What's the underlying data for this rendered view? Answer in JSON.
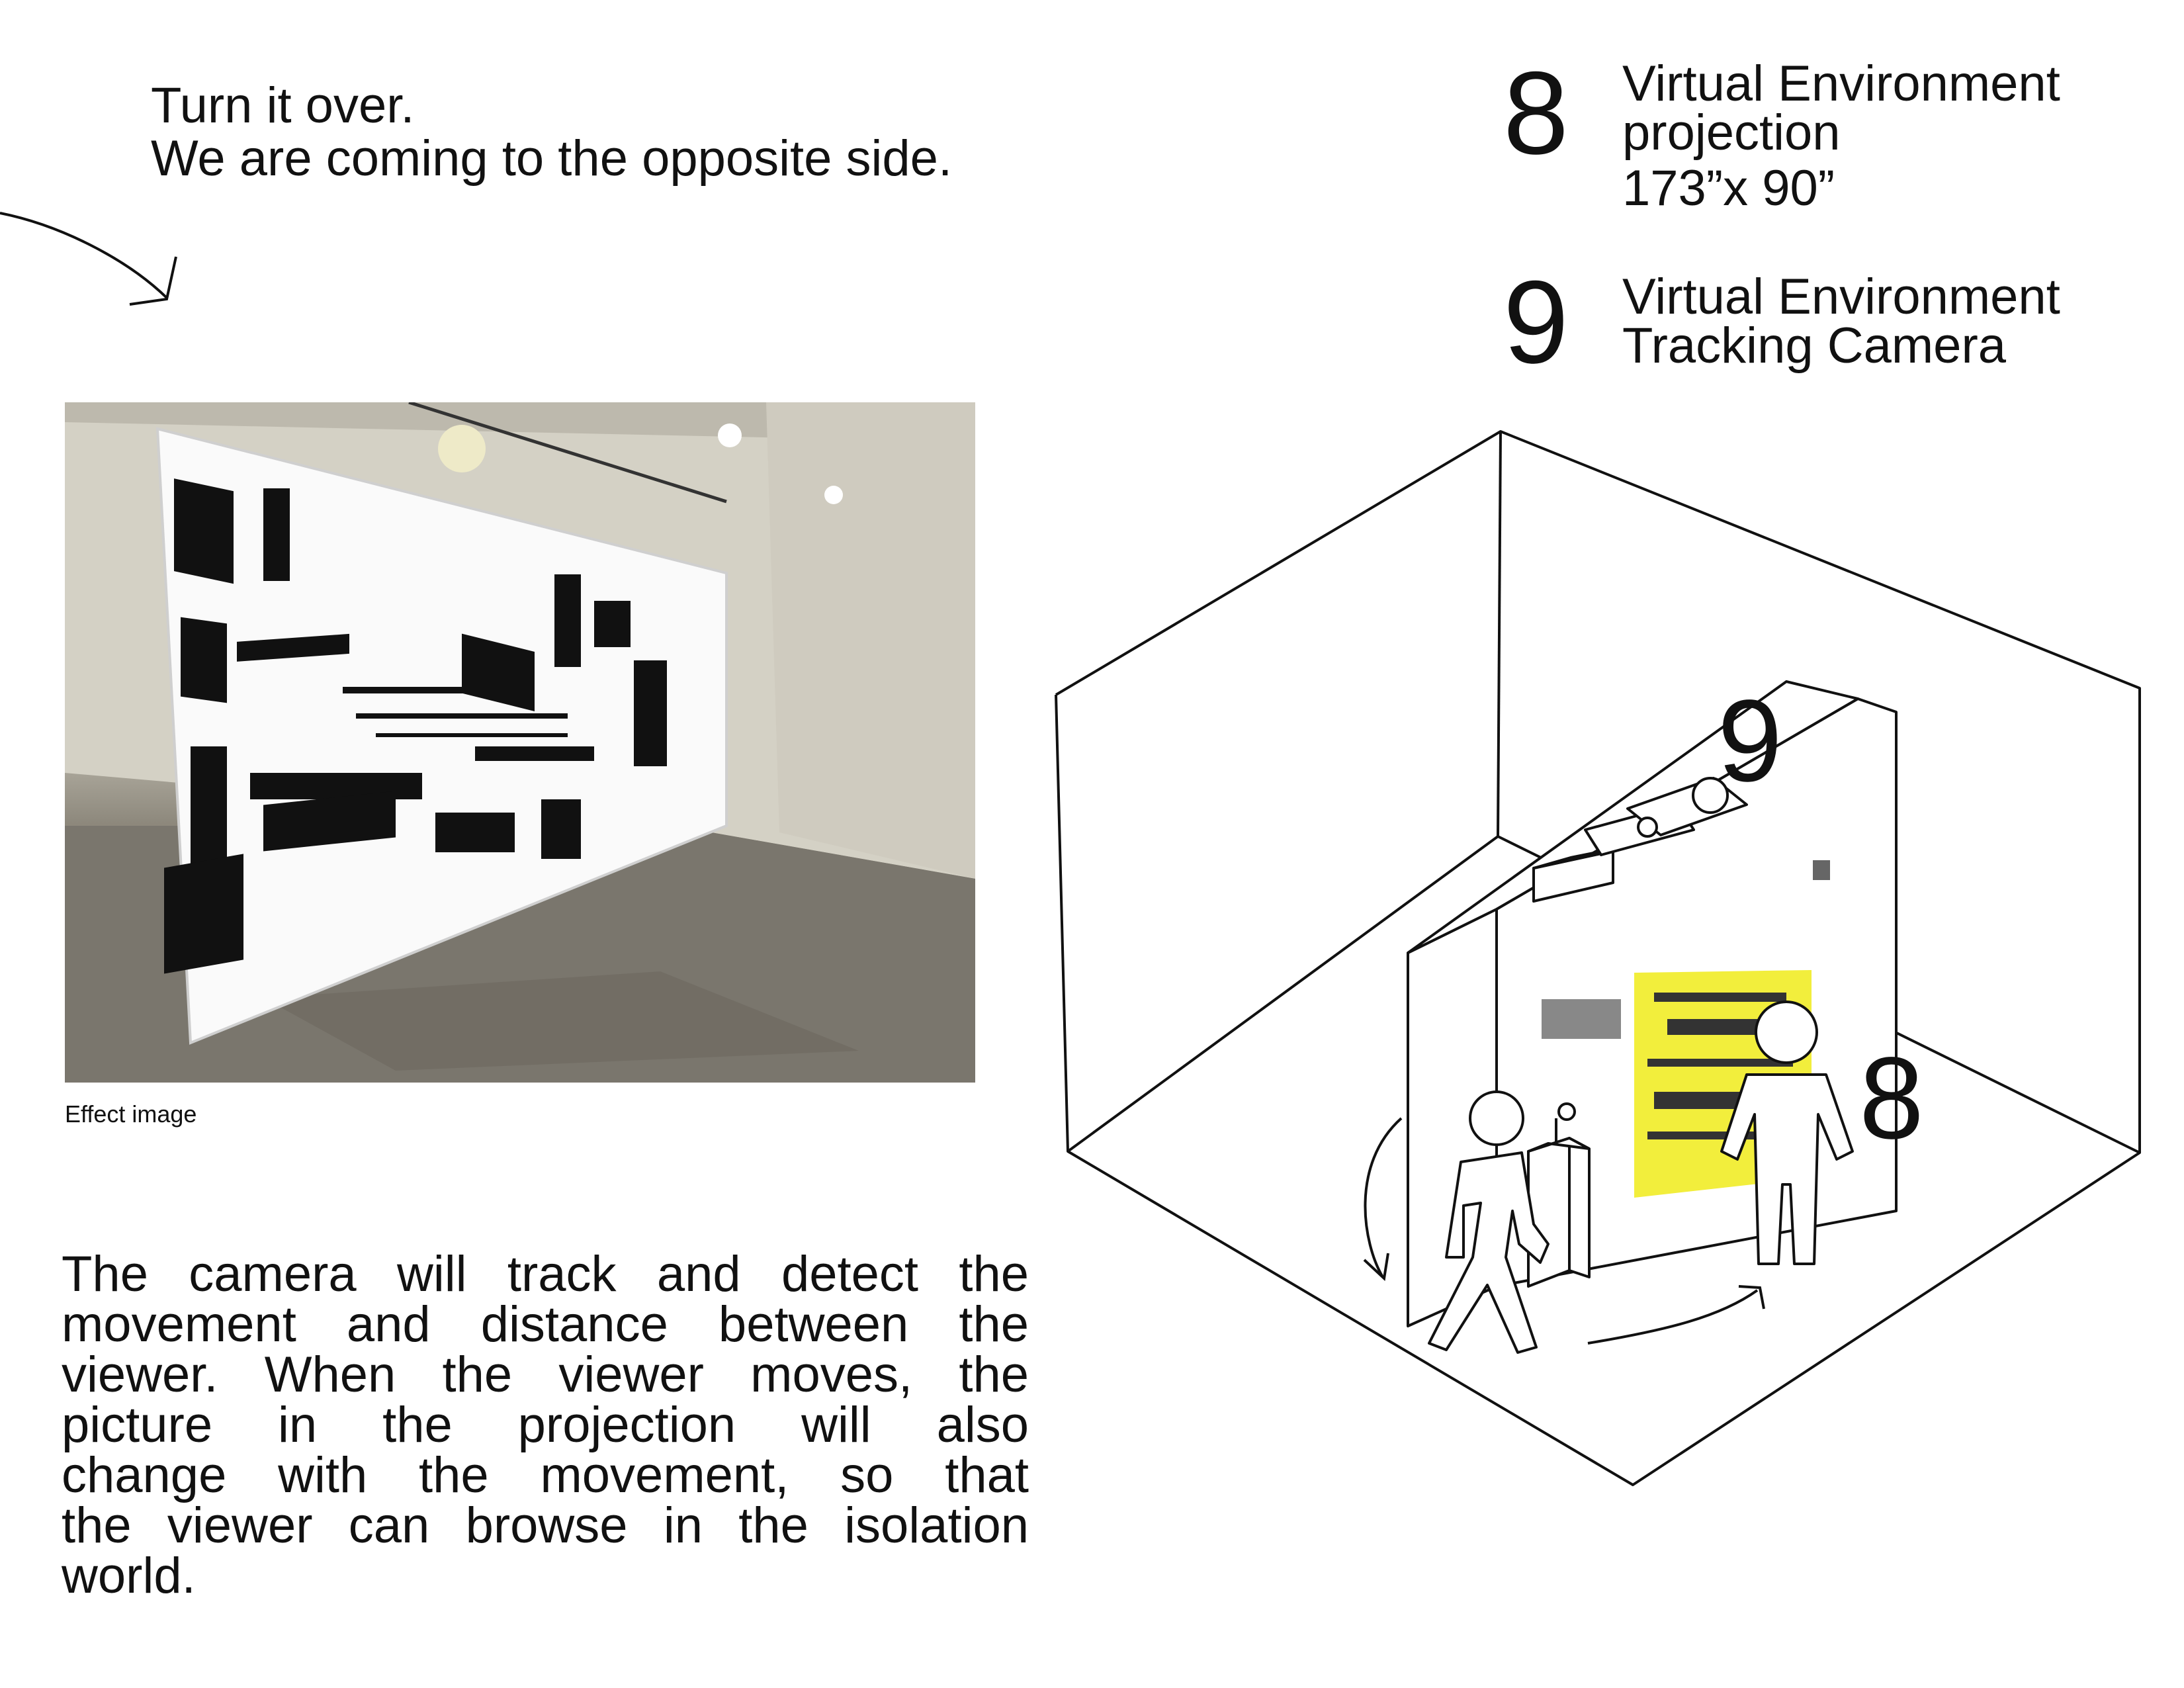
{
  "intro": {
    "line1": "Turn it over.",
    "line2": "We are coming to the opposite side."
  },
  "legend": [
    {
      "number": "8",
      "lines": [
        "Virtual Environment",
        "projection",
        "173”x 90”"
      ]
    },
    {
      "number": "9",
      "lines": [
        "Virtual Environment",
        "Tracking Camera"
      ]
    }
  ],
  "photo": {
    "caption": "Effect image"
  },
  "description": [
    "The camera will track and detect the",
    "movement and distance between the",
    "viewer. When the viewer moves, the",
    "picture in the projection will also",
    "change with the movement, so that",
    "the viewer can browse in the isolation",
    "world."
  ],
  "diagram": {
    "camera_label": "9",
    "projection_label": "8",
    "projection_color": "#f2ee3c"
  }
}
